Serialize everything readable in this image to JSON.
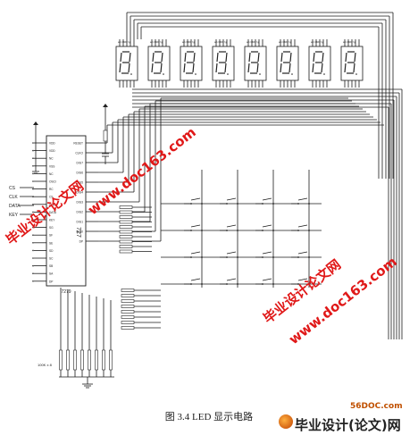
{
  "figure": {
    "caption": "图 3.4    LED 显示电路",
    "chip_label": "7279",
    "chip_rotated_label": "727",
    "chip_pins_left": [
      "VDD",
      "VDD",
      "NC",
      "VSS",
      "NC",
      "OSCI",
      "RC",
      "CS",
      "CLK",
      "DATA",
      "KEY",
      "SG",
      "SF",
      "SE",
      "SD",
      "SC",
      "SB",
      "SA",
      "DP"
    ],
    "chip_pins_right": [
      "RESET",
      "CLKO",
      "DIG7",
      "DIG6",
      "DIG5",
      "DIG4",
      "DIG3",
      "DIG2",
      "DIG1",
      "DIG0",
      "DP"
    ],
    "side_labels": [
      "CS",
      "CLK",
      "DATA",
      "KEY"
    ],
    "resistor_bank_label": "100K x 8",
    "display_count": 8,
    "key_rows": 4,
    "key_cols": 4
  },
  "watermarks": {
    "cn_text": "毕业设计论文网",
    "url_text": "www.doc163.com",
    "site_text": "56DOC.com",
    "brand_text": "毕业设计(论文)网"
  }
}
